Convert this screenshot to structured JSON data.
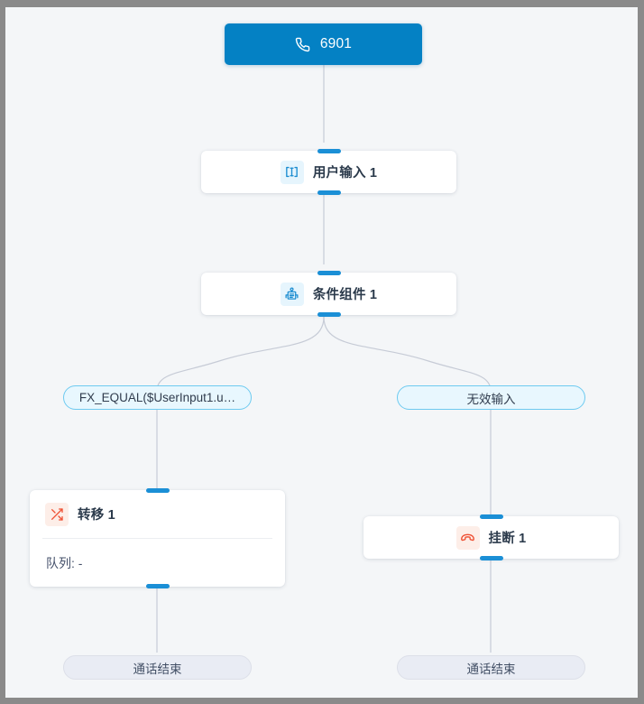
{
  "canvas": {
    "background": "#f4f6f8",
    "frame_color": "#8a8a8a"
  },
  "colors": {
    "start_blue": "#0481c4",
    "port_blue": "#1b8fd6",
    "branch_pill_bg": "#e8f7fe",
    "branch_pill_border": "#6dcaf0",
    "end_pill_bg": "#e9ecf4",
    "icon_blue": "#1a8cd0",
    "icon_red": "#ef5033",
    "edge_line": "#c6cbd6"
  },
  "flow": {
    "start_node": {
      "label": "6901",
      "icon": "phone-icon"
    },
    "user_input_node": {
      "title": "用户输入 1",
      "icon": "user-input-icon"
    },
    "condition_node": {
      "title": "条件组件 1",
      "icon": "condition-icon"
    },
    "branches": [
      {
        "label": "FX_EQUAL($UserInput1.u…"
      },
      {
        "label": "无效输入"
      }
    ],
    "transfer_node": {
      "title": "转移 1",
      "icon": "transfer-icon",
      "detail_label": "队列: -"
    },
    "hangup_node": {
      "title": "挂断 1",
      "icon": "hangup-icon"
    },
    "end_nodes": [
      {
        "label": "通话结束"
      },
      {
        "label": "通话结束"
      }
    ]
  }
}
